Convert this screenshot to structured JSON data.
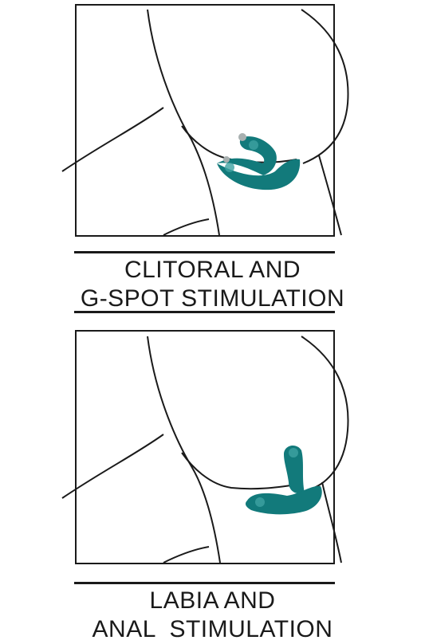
{
  "panels": [
    {
      "caption_line1": "CLITORAL AND",
      "caption_line2": "G-SPOT STIMULATION"
    },
    {
      "caption_line1": "LABIA AND",
      "caption_line2": "ANAL  STIMULATION"
    }
  ],
  "colors": {
    "device": "#127a7b",
    "device_highlight": "#3fa3a3",
    "line": "#1a1a1a",
    "tip": "#a8b0b0"
  },
  "icons": [
    "body-outline-illustration",
    "dual-motor-vibrator-device"
  ]
}
